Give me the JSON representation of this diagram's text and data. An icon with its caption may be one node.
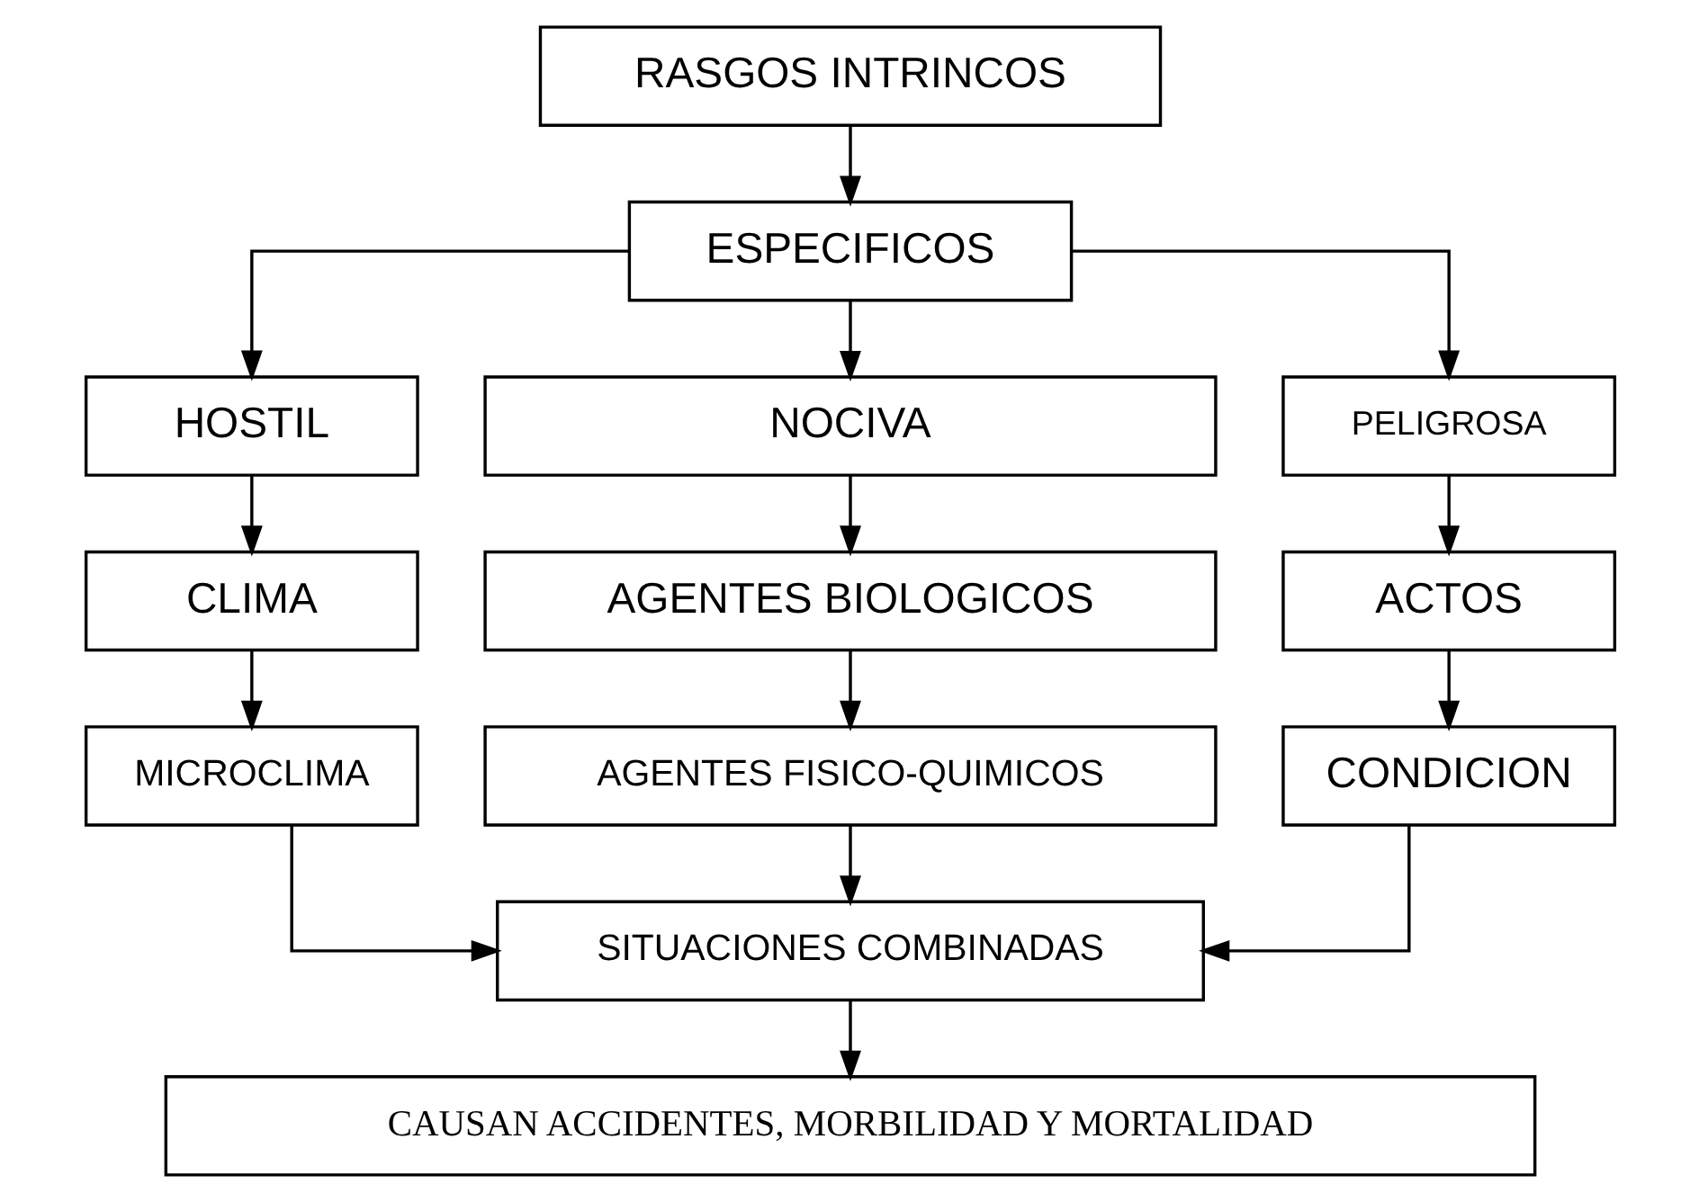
{
  "diagram": {
    "nodes": [
      {
        "text": [
          "RASGOS INTRINCOS"
        ]
      },
      {
        "text": [
          "ESPECIFICOS"
        ]
      },
      {
        "text": [
          "HOSTIL"
        ]
      },
      {
        "text": [
          "NOCIVA"
        ]
      },
      {
        "text": [
          "PELIGROSA"
        ]
      },
      {
        "text": [
          "CLIMA"
        ]
      },
      {
        "text": [
          "AGENTES BIOLOGICOS"
        ]
      },
      {
        "text": [
          "ACTOS"
        ]
      },
      {
        "text": [
          "MICROCLIMA"
        ]
      },
      {
        "text": [
          "AGENTES FISICO-QUIMICOS"
        ]
      },
      {
        "text": [
          "CONDICION"
        ]
      },
      {
        "text": [
          "SITUACIONES COMBINADAS"
        ]
      },
      {
        "text": [
          "CAUSAN ACCIDENTES, MORBILIDAD Y MORTALIDAD"
        ]
      }
    ],
    "edges": [
      {
        "from": 0,
        "to": 1,
        "arrow": "to"
      },
      {
        "from": 1,
        "to": 2,
        "arrow": "to"
      },
      {
        "from": 1,
        "to": 3,
        "arrow": "to"
      },
      {
        "from": 1,
        "to": 4,
        "arrow": "to"
      },
      {
        "from": 2,
        "to": 5,
        "arrow": "to"
      },
      {
        "from": 3,
        "to": 6,
        "arrow": "to"
      },
      {
        "from": 4,
        "to": 7,
        "arrow": "to"
      },
      {
        "from": 5,
        "to": 8,
        "arrow": "to"
      },
      {
        "from": 6,
        "to": 9,
        "arrow": "to"
      },
      {
        "from": 7,
        "to": 10,
        "arrow": "to"
      },
      {
        "from": 8,
        "to": 11,
        "arrow": "to"
      },
      {
        "from": 9,
        "to": 11,
        "arrow": "to"
      },
      {
        "from": 10,
        "to": 11,
        "arrow": "to"
      },
      {
        "from": 11,
        "to": 12,
        "arrow": "to"
      }
    ]
  }
}
